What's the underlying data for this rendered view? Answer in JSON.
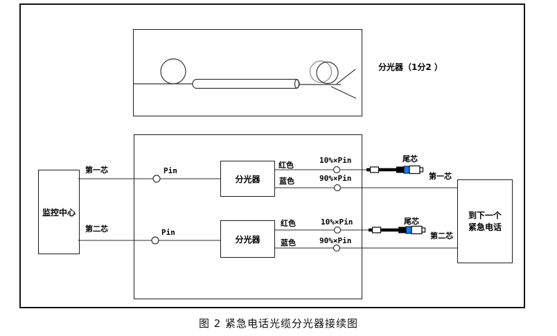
{
  "figure_caption": "图 2  紧急电话光缆分光器接续图",
  "top_panel": {
    "label": "分光器（1分2 ）"
  },
  "monitor_center": {
    "label": "监控中心"
  },
  "next_phone": {
    "line1": "到下一个",
    "line2": "紧急电话"
  },
  "splitter": {
    "label": "分光器"
  },
  "labels": {
    "core1": "第一芯",
    "core2": "第二芯",
    "pin": "Pin",
    "red": "红色",
    "blue": "蓝色",
    "pin10": "10%×Pin",
    "pin90": "90%×Pin",
    "pigtail": "尾芯"
  },
  "colors": {
    "connector_blue": "#1080f0",
    "line": "#555555",
    "stroke": "#222222"
  }
}
